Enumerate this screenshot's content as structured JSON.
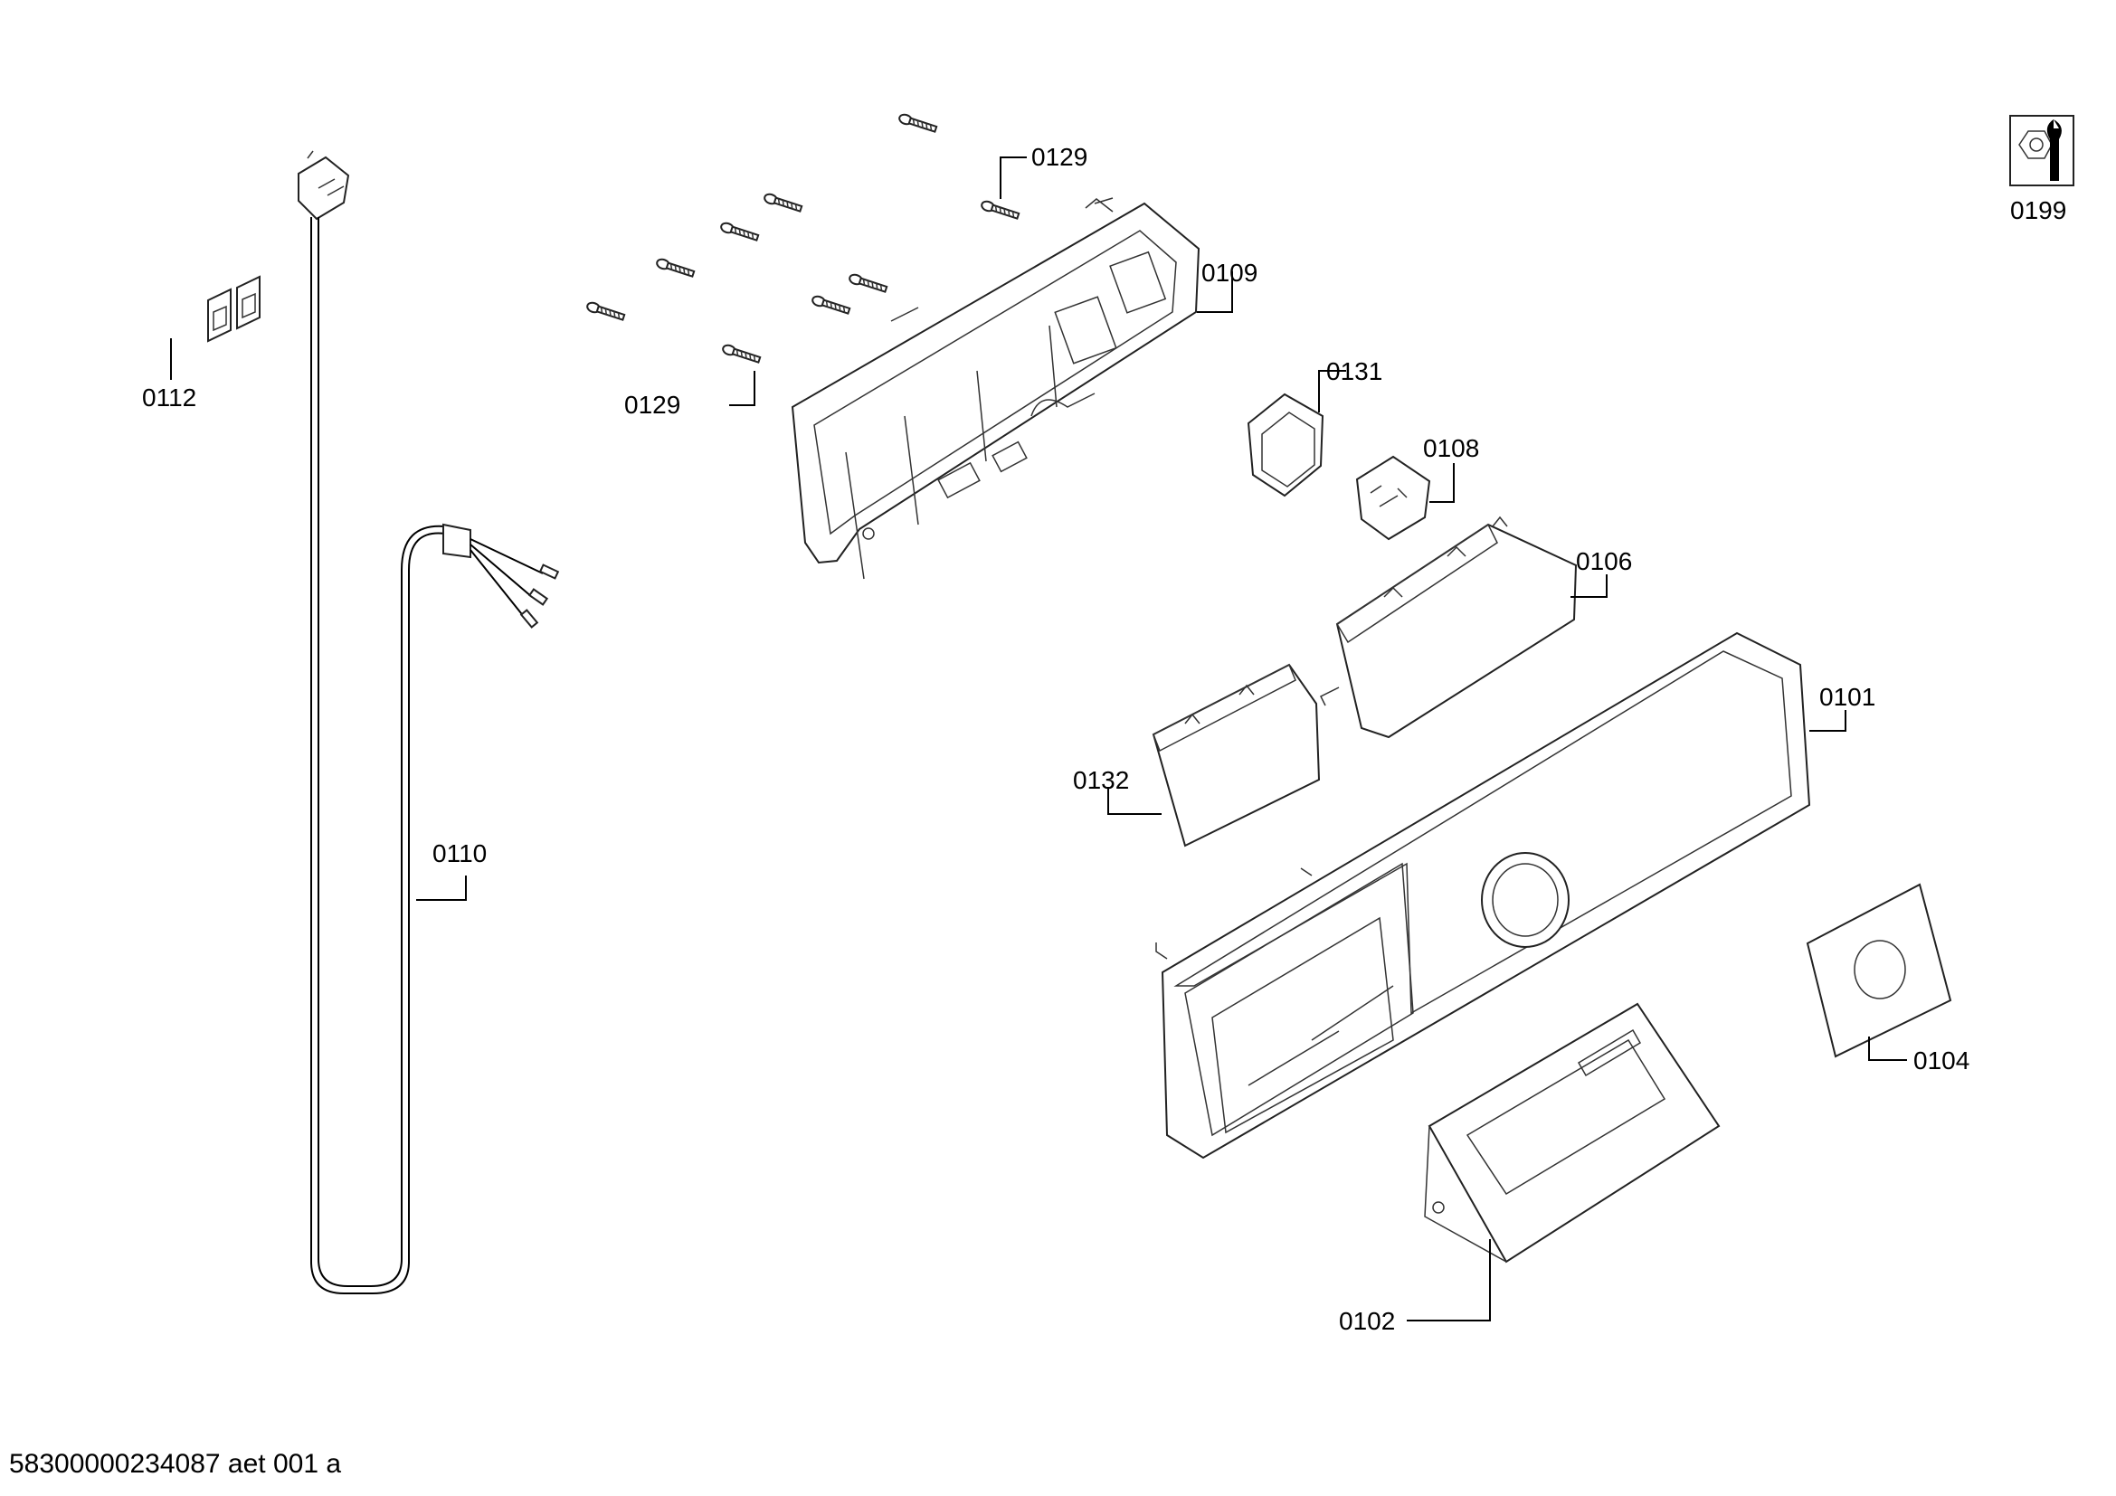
{
  "document_id": "58300000234087 aet 001 a",
  "parts": {
    "p0129a": "0129",
    "p0129b": "0129",
    "p0109": "0109",
    "p0199": "0199",
    "p0112": "0112",
    "p0131": "0131",
    "p0108": "0108",
    "p0106": "0106",
    "p0101": "0101",
    "p0132": "0132",
    "p0110": "0110",
    "p0104": "0104",
    "p0102": "0102"
  },
  "icons": {
    "service_tool": "nut-and-wrench-icon"
  }
}
